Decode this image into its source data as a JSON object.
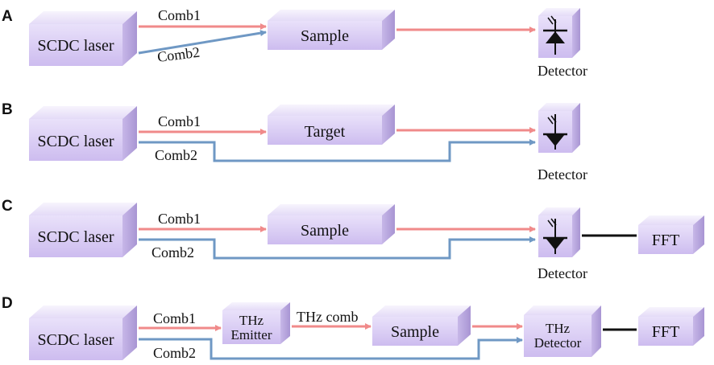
{
  "panels": {
    "A": {
      "letter": "A",
      "source": "SCDC laser",
      "comb1": "Comb1",
      "comb2": "Comb2",
      "middle": "Sample",
      "detector": "Detector"
    },
    "B": {
      "letter": "B",
      "source": "SCDC laser",
      "comb1": "Comb1",
      "comb2": "Comb2",
      "middle": "Target",
      "detector": "Detector"
    },
    "C": {
      "letter": "C",
      "source": "SCDC laser",
      "comb1": "Comb1",
      "comb2": "Comb2",
      "middle": "Sample",
      "detector": "Detector",
      "fft": "FFT"
    },
    "D": {
      "letter": "D",
      "source": "SCDC laser",
      "comb1": "Comb1",
      "comb2": "Comb2",
      "emitter_line1": "THz",
      "emitter_line2": "Emitter",
      "thz_comb": "THz comb",
      "middle": "Sample",
      "detector_line1": "THz",
      "detector_line2": "Detector",
      "fft": "FFT"
    }
  },
  "colors": {
    "comb1_beam": "#f08a8a",
    "comb2_beam": "#6f98c4",
    "box_front": "#d9ccf2",
    "box_top": "#eee8fb",
    "box_side": "#b8a8dc"
  }
}
